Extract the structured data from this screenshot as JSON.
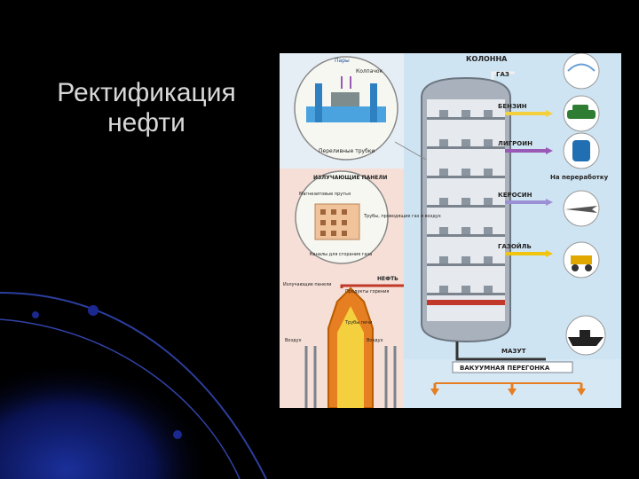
{
  "slide": {
    "title_line1": "Ректификация",
    "title_line2": "нефти"
  },
  "diagram": {
    "column_label": "КОЛОННА",
    "outputs": [
      {
        "label": "ГАЗ",
        "color": "#f0f0f0"
      },
      {
        "label": "БЕНЗИН",
        "color": "#f4d03f"
      },
      {
        "label": "ЛИГРОИН",
        "color": "#9b59b6"
      },
      {
        "label": "На переработку",
        "color": "#ffffff"
      },
      {
        "label": "КЕРОСИН",
        "color": "#9b8fd6"
      },
      {
        "label": "ГАЗОЙЛЬ",
        "color": "#f1c40f"
      },
      {
        "label": "МАЗУТ",
        "color": "#333333"
      }
    ],
    "detail_top": {
      "vapors": "Пары",
      "cap": "Колпачок",
      "overflow_tubes": "Переливные трубки"
    },
    "detail_panels": {
      "title": "ИЗЛУЧАЮЩИЕ ПАНЕЛИ",
      "bricks": "Магнезитовые прутья",
      "tubes": "Трубы, проводящие газ и воздух",
      "channels": "Каналы для сгорания газа"
    },
    "furnace": {
      "oil": "НЕФТЬ",
      "radiating": "Излучающие панели",
      "products": "Продукты горения",
      "pipes": "Трубы печи",
      "air_left": "Воздух",
      "air_right": "Воздух"
    },
    "vacuum": "ВАКУУМНАЯ ПЕРЕГОНКА",
    "colors": {
      "panel_bg": "#cfe4f2",
      "column_gray": "#9aa3ad",
      "oil_red": "#c0392b",
      "flame_orange": "#e67e22"
    }
  }
}
